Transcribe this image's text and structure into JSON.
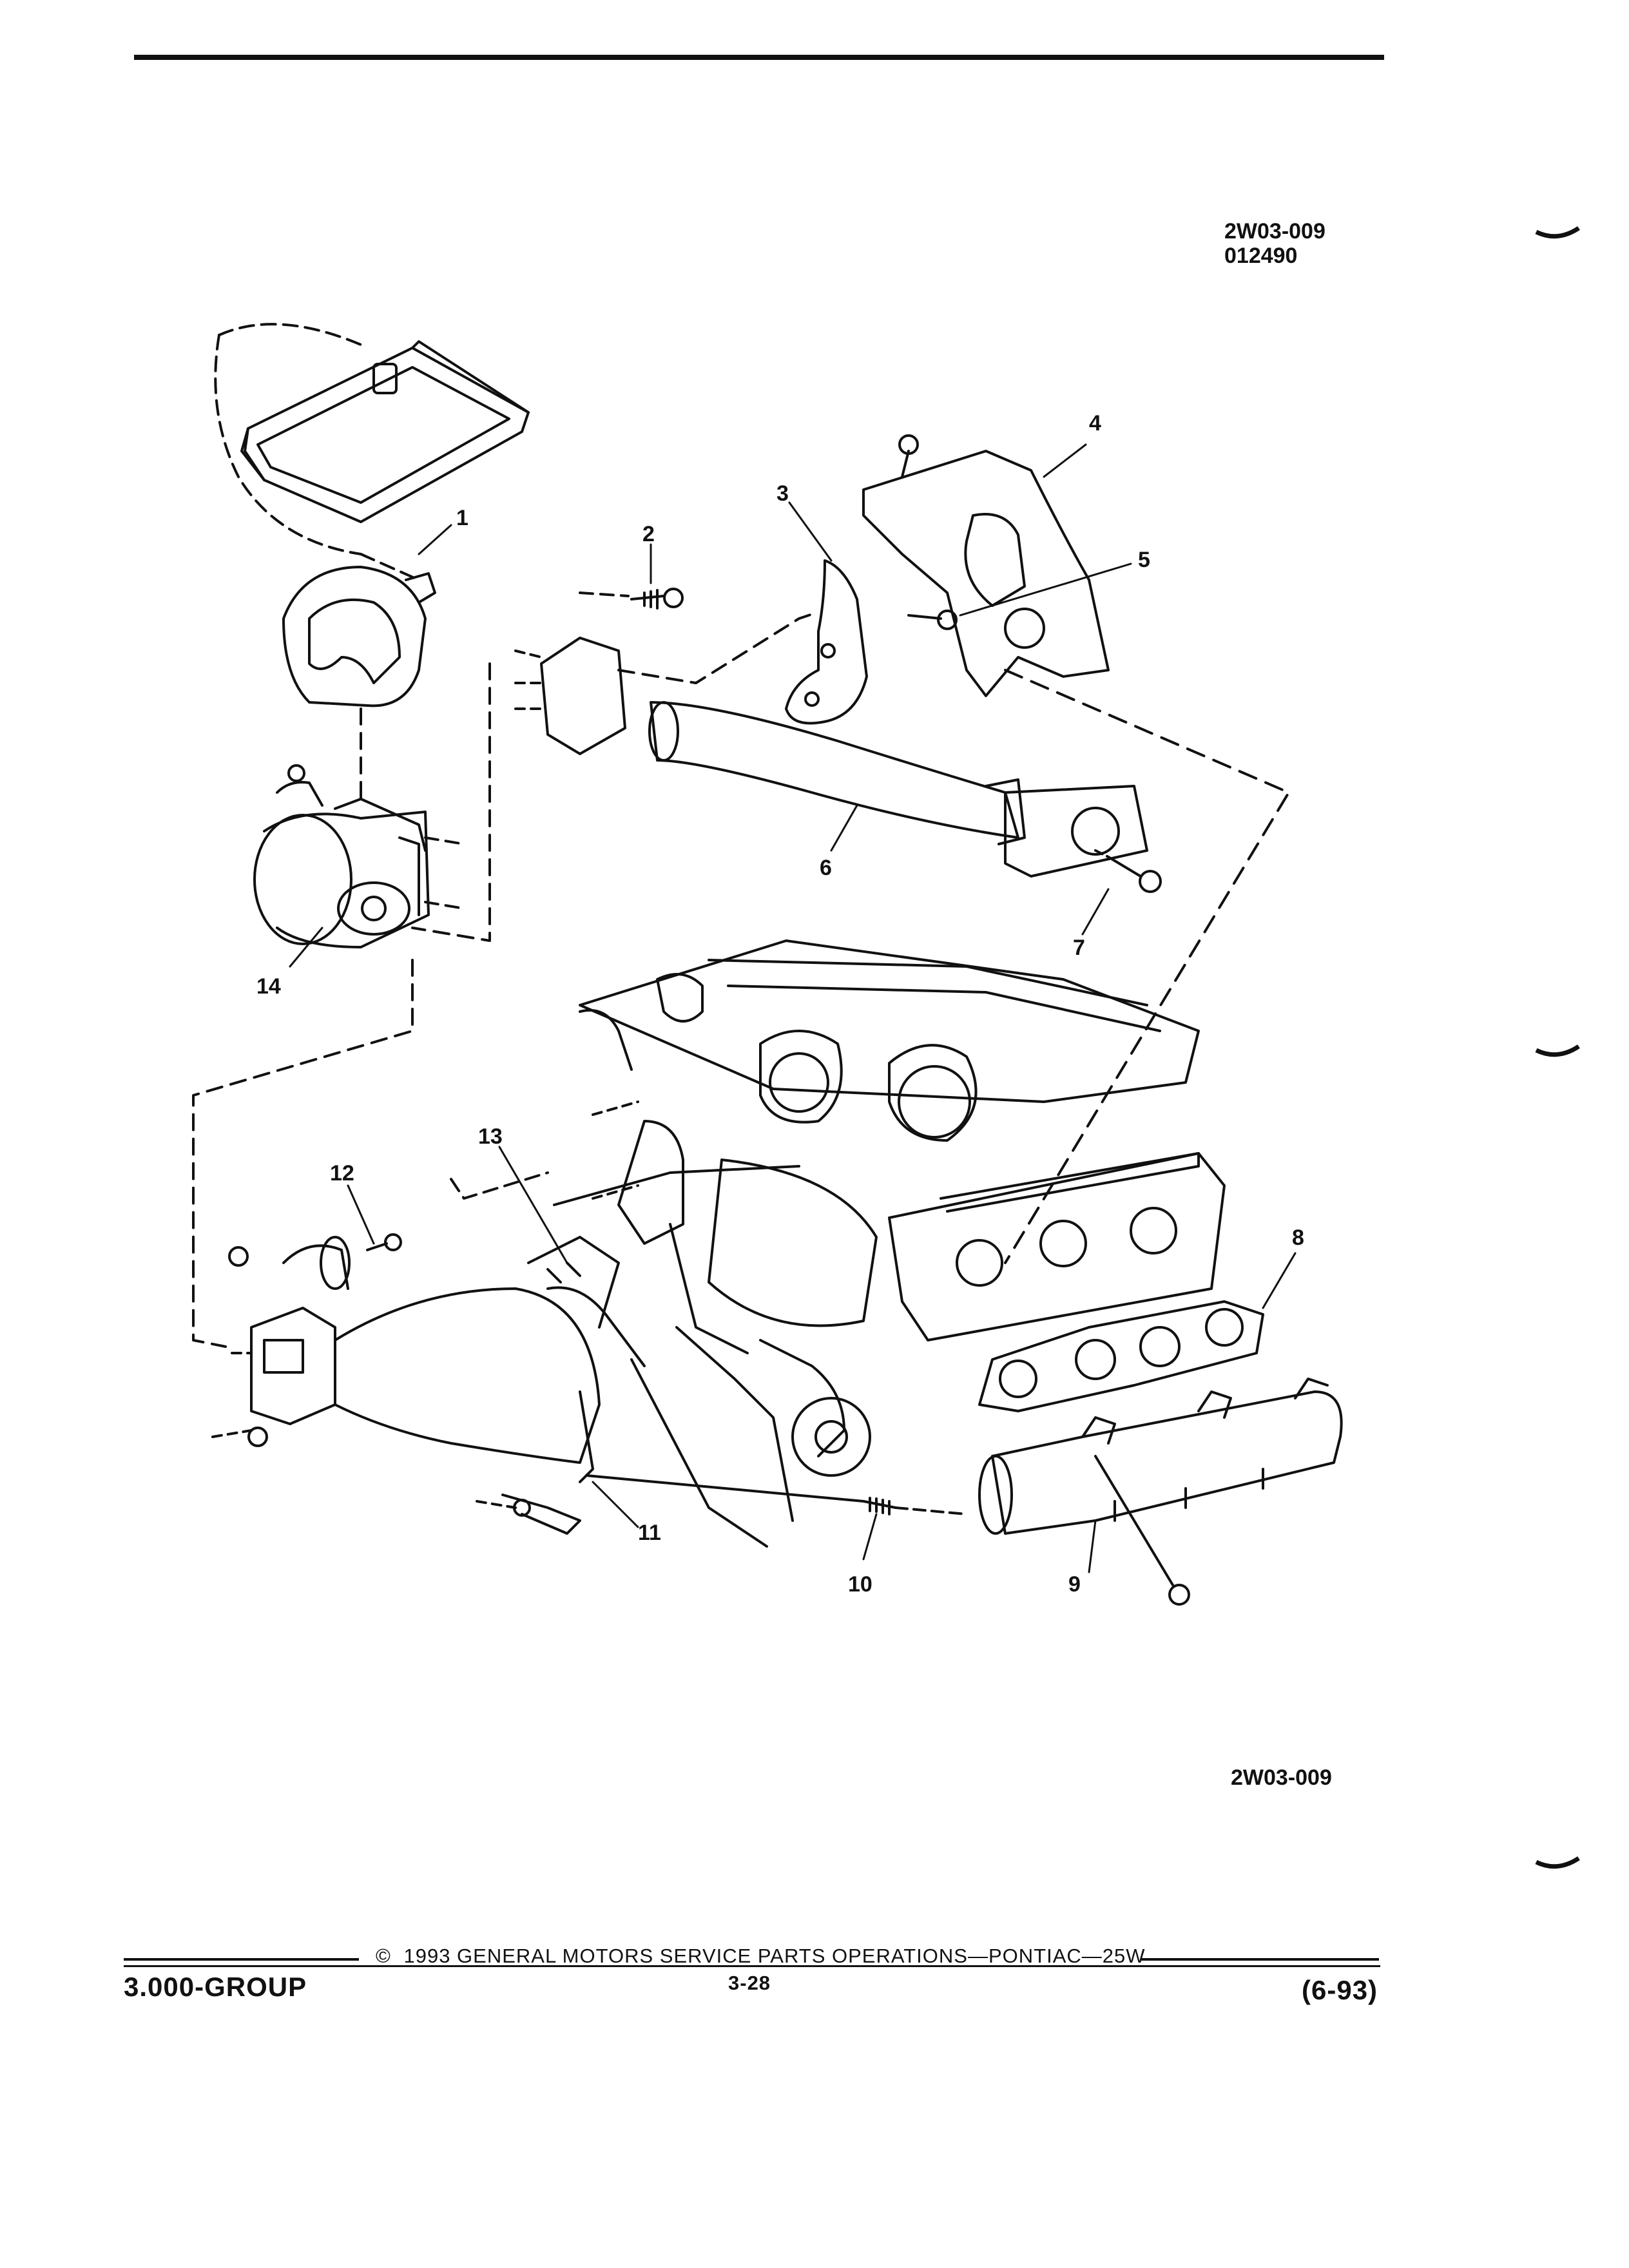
{
  "header": {
    "figure_id": "2W03-009",
    "figure_code": "012490"
  },
  "diagram": {
    "callouts": [
      "1",
      "2",
      "3",
      "4",
      "5",
      "6",
      "7",
      "8",
      "9",
      "10",
      "11",
      "12",
      "13",
      "14"
    ]
  },
  "figure_footer_id": "2W03-009",
  "footer": {
    "group": "3.000-GROUP",
    "copyright_symbol": "©",
    "copyright": "1993 GENERAL MOTORS SERVICE PARTS OPERATIONS—PONTIAC—25W",
    "page_number": "3-28",
    "revision": "(6-93)"
  }
}
